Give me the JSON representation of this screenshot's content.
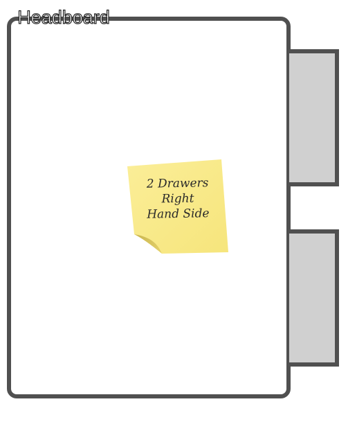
{
  "headboard": {
    "label": "Headboard"
  },
  "sticky_note": {
    "lines": [
      "2 Drawers",
      "Right",
      "Hand Side"
    ]
  },
  "colors": {
    "frame": "#505050",
    "drawer_fill": "#d0d0d0",
    "note_fill": "#f8ea8a"
  }
}
